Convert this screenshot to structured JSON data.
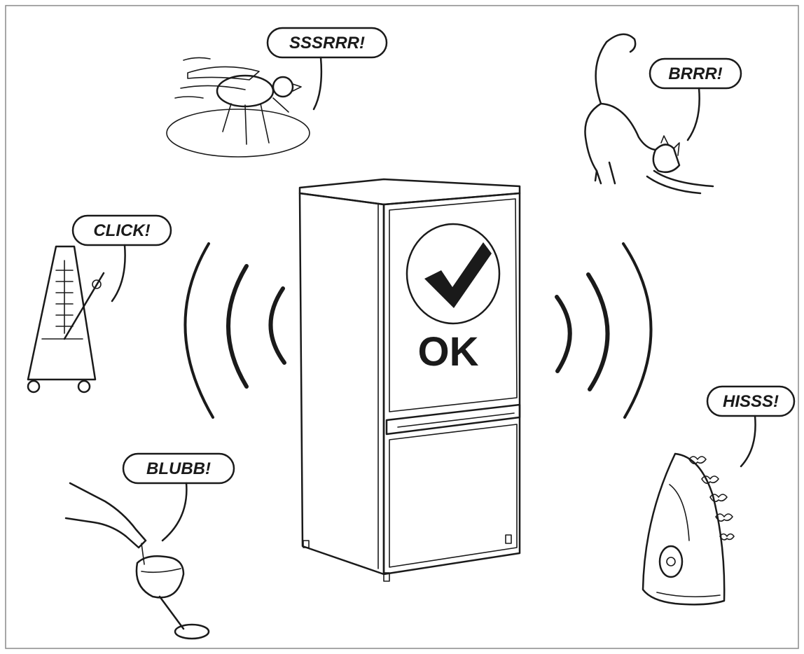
{
  "fridge": {
    "status_label": "OK",
    "status_icon": "checkmark-icon"
  },
  "sounds": {
    "fly": "SSSRRR!",
    "cat": "BRRR!",
    "metronome": "CLICK!",
    "wine": "BLUBB!",
    "iron": "HISSS!"
  },
  "colors": {
    "ink": "#1a1a1a",
    "background": "#ffffff",
    "frame": "#8a8a8a"
  }
}
